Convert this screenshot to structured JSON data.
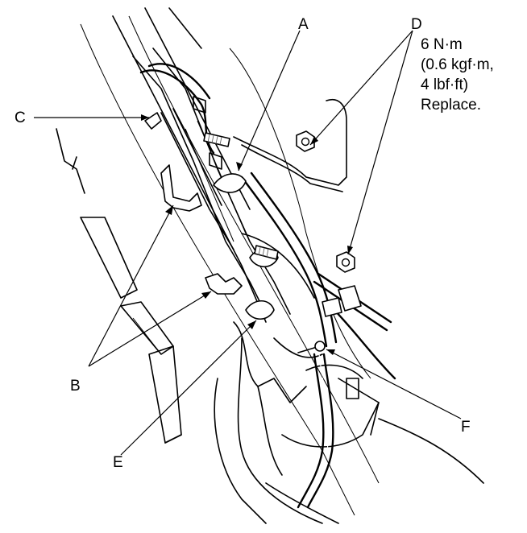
{
  "callouts": {
    "A": "A",
    "B": "B",
    "C": "C",
    "D": "D",
    "E": "E",
    "F": "F"
  },
  "torque_spec": {
    "line1": "6 N·m",
    "line2": "(0.6 kgf·m,",
    "line3": "4 lbf·ft)",
    "line4": "Replace."
  }
}
